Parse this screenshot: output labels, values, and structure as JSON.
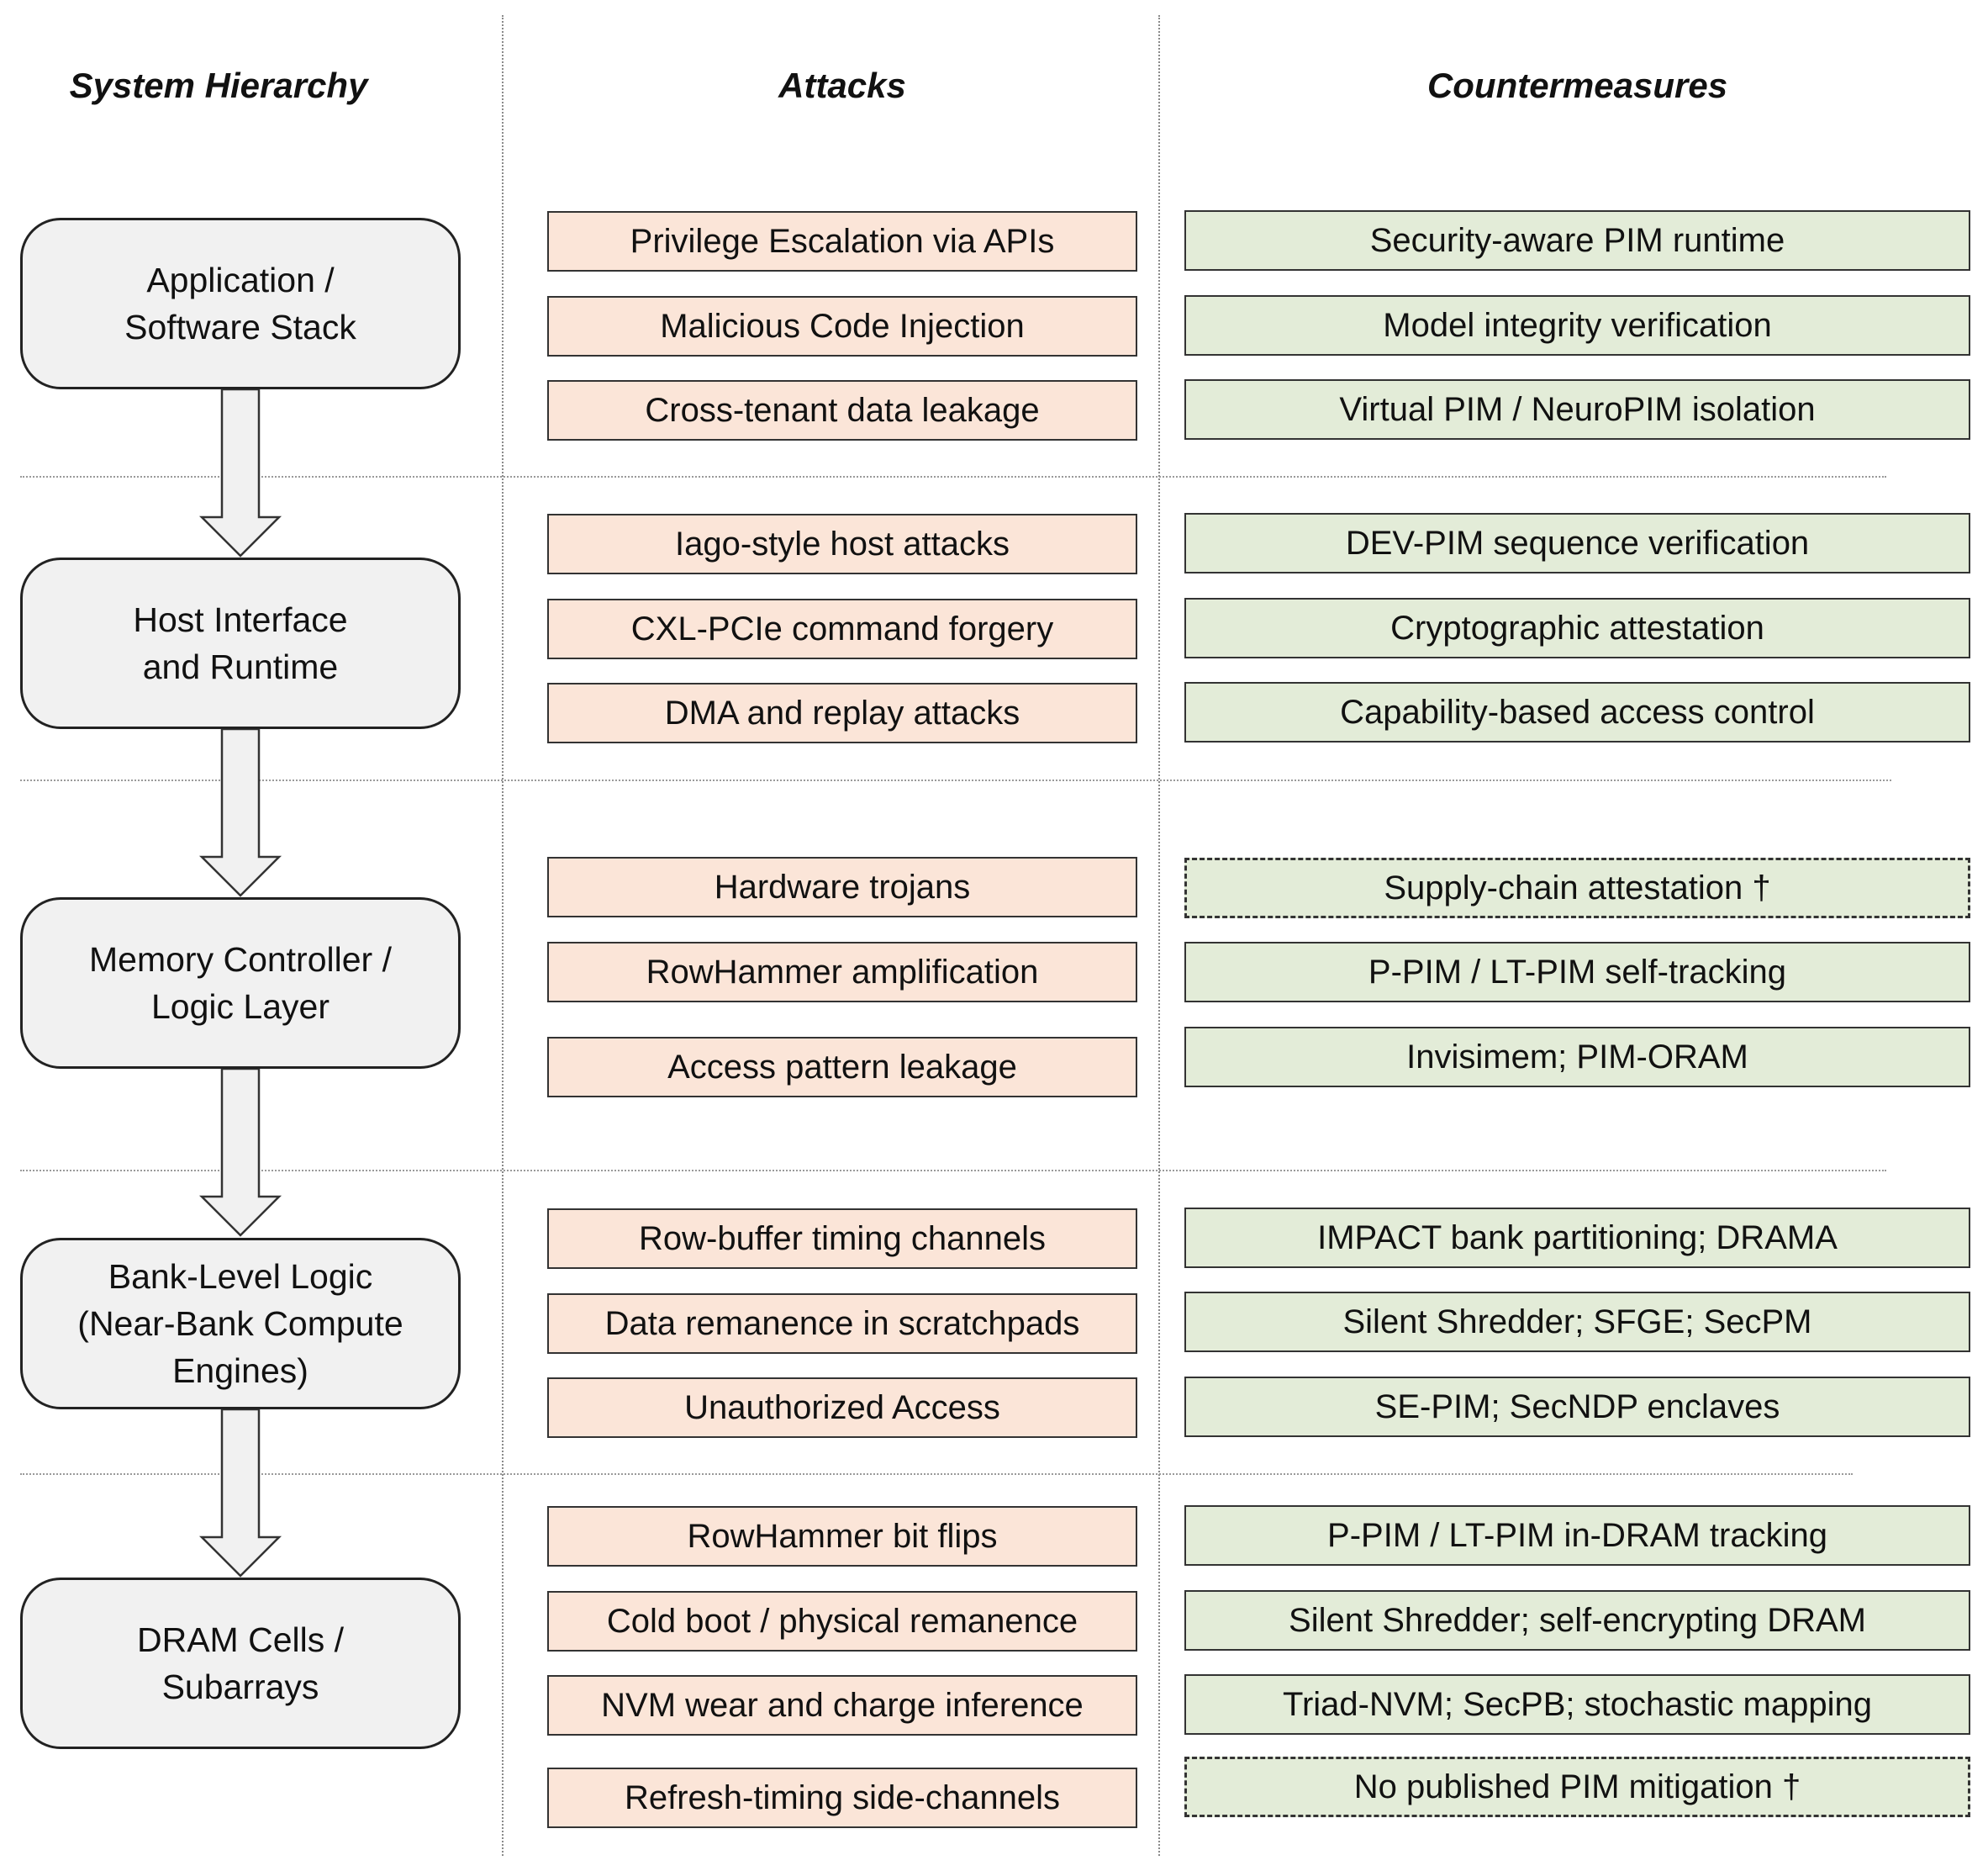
{
  "headers": {
    "hierarchy": "System Hierarchy",
    "attacks": "Attacks",
    "countermeasures": "Countermeasures"
  },
  "levels": [
    {
      "line1": "Application /",
      "line2": "Software Stack",
      "line3": ""
    },
    {
      "line1": "Host Interface",
      "line2": "and Runtime",
      "line3": ""
    },
    {
      "line1": "Memory Controller /",
      "line2": "Logic Layer",
      "line3": ""
    },
    {
      "line1": "Bank-Level Logic",
      "line2": "(Near-Bank Compute",
      "line3": "Engines)"
    },
    {
      "line1": "DRAM Cells /",
      "line2": "Subarrays",
      "line3": ""
    }
  ],
  "attacks": [
    "Privilege Escalation via APIs",
    "Malicious Code Injection",
    "Cross-tenant data leakage",
    "Iago-style host attacks",
    "CXL-PCIe command forgery",
    "DMA and replay attacks",
    "Hardware trojans",
    "RowHammer amplification",
    "Access pattern leakage",
    "Row-buffer timing channels",
    "Data remanence in scratchpads",
    "Unauthorized Access",
    "RowHammer bit flips",
    "Cold boot / physical remanence",
    "NVM wear and charge inference",
    "Refresh-timing side-channels"
  ],
  "countermeasures": [
    {
      "text": "Security-aware PIM runtime",
      "style": "solid"
    },
    {
      "text": "Model integrity verification",
      "style": "solid"
    },
    {
      "text": "Virtual PIM / NeuroPIM isolation",
      "style": "solid"
    },
    {
      "text": "DEV-PIM sequence verification",
      "style": "solid"
    },
    {
      "text": "Cryptographic attestation",
      "style": "solid"
    },
    {
      "text": "Capability-based access control",
      "style": "solid"
    },
    {
      "text": "Supply-chain attestation †",
      "style": "dashed"
    },
    {
      "text": "P-PIM / LT-PIM self-tracking",
      "style": "solid"
    },
    {
      "text": "Invisimem; PIM-ORAM",
      "style": "solid"
    },
    {
      "text": "IMPACT bank partitioning; DRAMA",
      "style": "solid"
    },
    {
      "text": "Silent Shredder; SFGE; SecPM",
      "style": "solid"
    },
    {
      "text": "SE-PIM; SecNDP enclaves",
      "style": "solid"
    },
    {
      "text": "P-PIM / LT-PIM in-DRAM tracking",
      "style": "solid"
    },
    {
      "text": "Silent Shredder; self-encrypting DRAM",
      "style": "solid"
    },
    {
      "text": "Triad-NVM; SecPB; stochastic mapping",
      "style": "solid"
    },
    {
      "text": "No published PIM mitigation †",
      "style": "dashed"
    }
  ],
  "colors": {
    "attack_fill": "#fbe5d8",
    "countermeasure_fill": "#e3ecd8",
    "level_fill": "#f1f1f1"
  }
}
